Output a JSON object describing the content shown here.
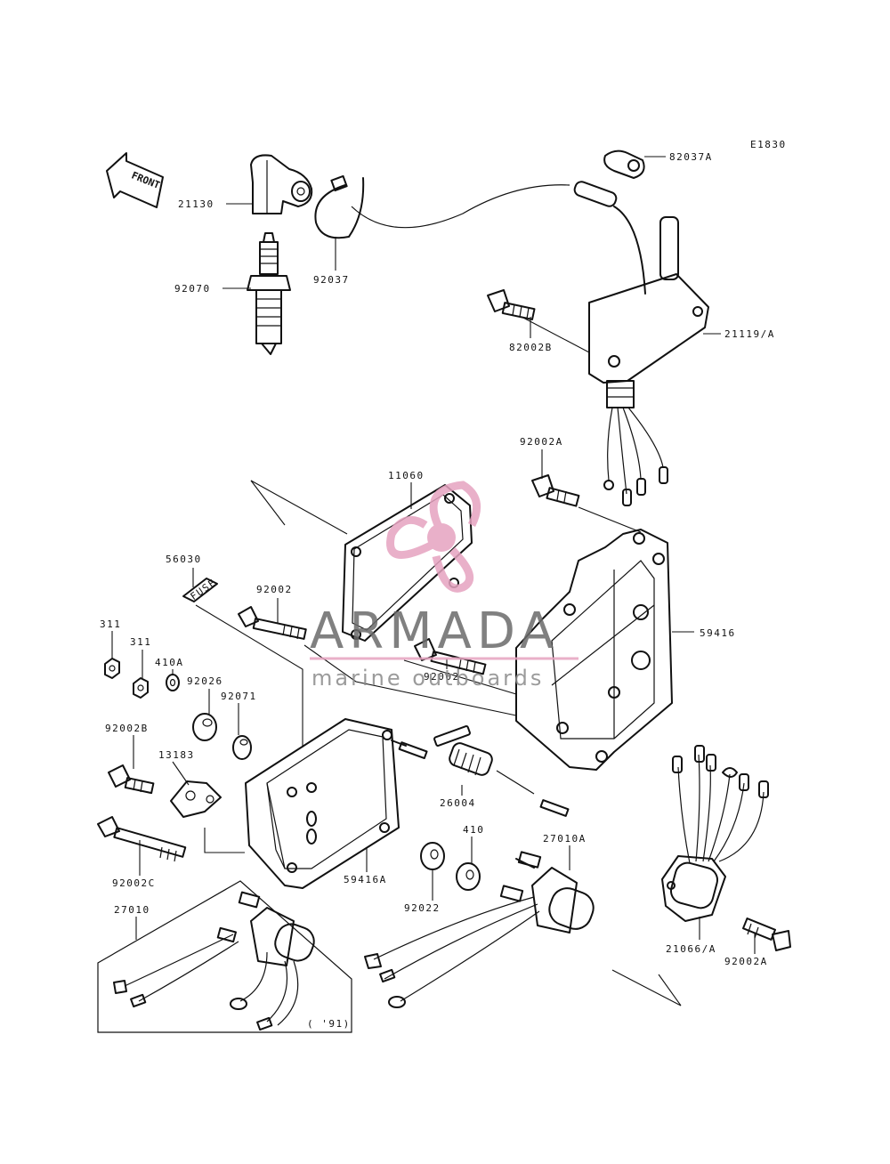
{
  "diagram_code": "E1830",
  "front_label": "FRONT",
  "fuse_label": "FUSE",
  "year_note": "( '91)",
  "watermark": {
    "brand": "ARMADA",
    "tagline": "marine outboards",
    "accent": "#e6a3c0"
  },
  "callouts": [
    "82037A",
    "21130",
    "92070",
    "92037",
    "82002B",
    "21119/A",
    "92002A",
    "11060",
    "56030",
    "92002",
    "311",
    "311",
    "410A",
    "92026",
    "92071",
    "59416",
    "92002",
    "92002B",
    "13183",
    "26004",
    "92002C",
    "59416A",
    "92022",
    "410",
    "27010A",
    "27010",
    "21066/A",
    "92002A"
  ]
}
